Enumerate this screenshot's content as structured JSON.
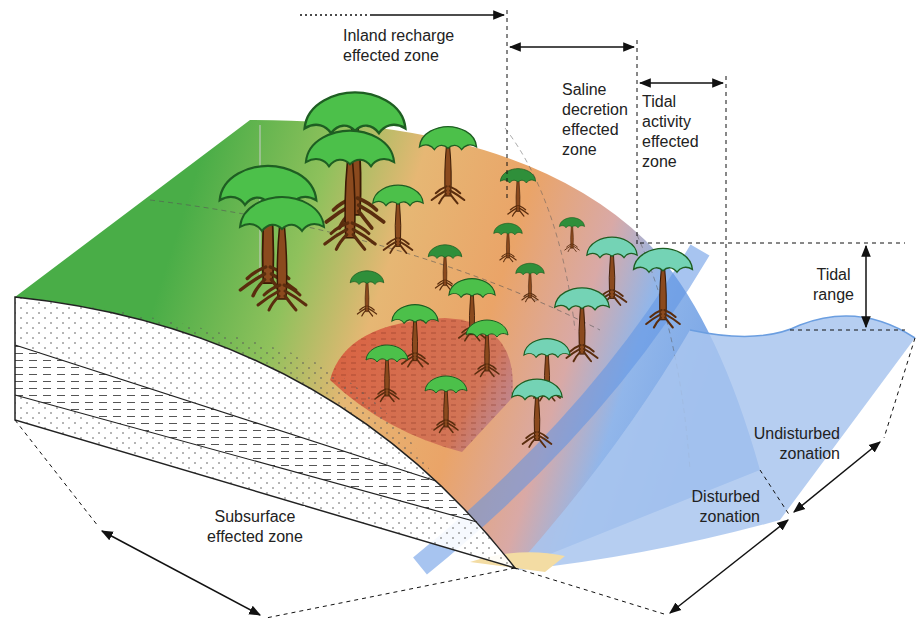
{
  "diagram": {
    "labels": [
      "Inland recharge effected zone",
      "Saline decretion effected zone",
      "Tidal activity effected zone",
      "Tidal range",
      "Subsurface effected zone",
      "Undisturbed zonation",
      "Disturbed zonation"
    ]
  }
}
